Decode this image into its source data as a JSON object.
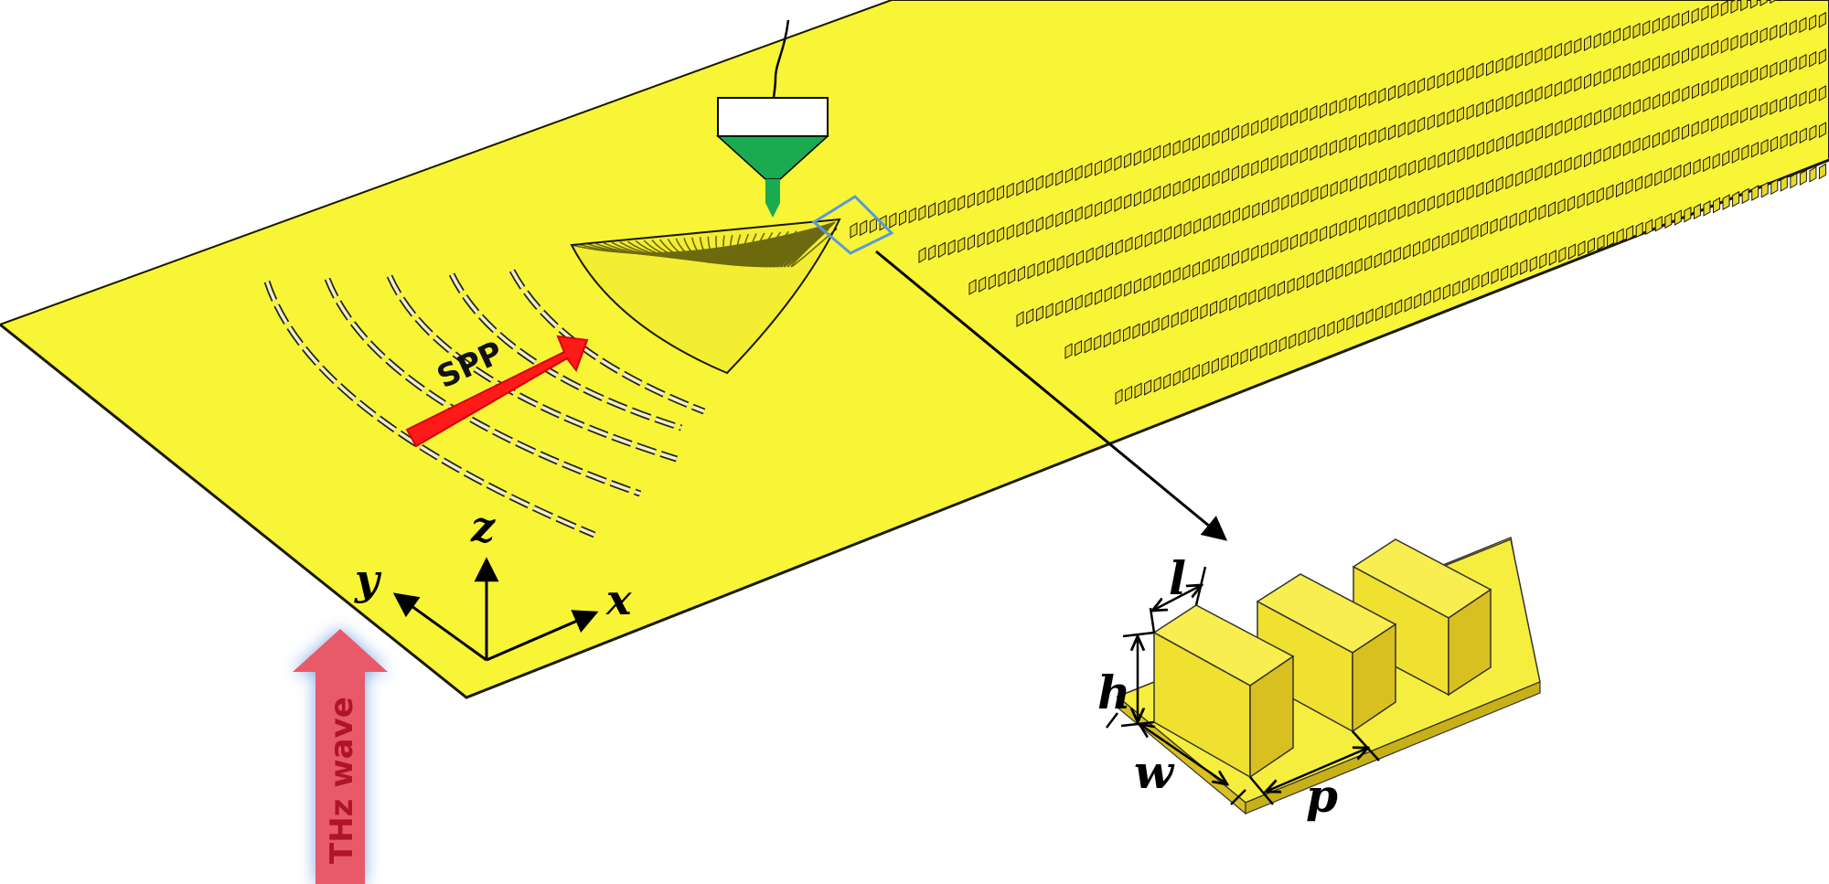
{
  "colors": {
    "gold": "#f8f536",
    "gold_edge": "#1a1a00",
    "block_front": "#f0e030",
    "block_side": "#d8c020",
    "block_top": "#f8ee50",
    "spp_arrow": "#ff1a1a",
    "thz_arrow": "#e85a6a",
    "thz_glow": "#6a9ae0",
    "probe_green": "#1aaa50",
    "selection_box": "#5a9ad8"
  },
  "axes": {
    "x": "x",
    "y": "y",
    "z": "z"
  },
  "labels": {
    "spp": "SPP",
    "thz": "THz wave"
  },
  "unit_cell": {
    "l": "l",
    "h": "h",
    "w": "w",
    "p": "p"
  },
  "icons": {
    "probe": "near-field-probe-icon",
    "zoom_box": "selection-box-icon"
  }
}
